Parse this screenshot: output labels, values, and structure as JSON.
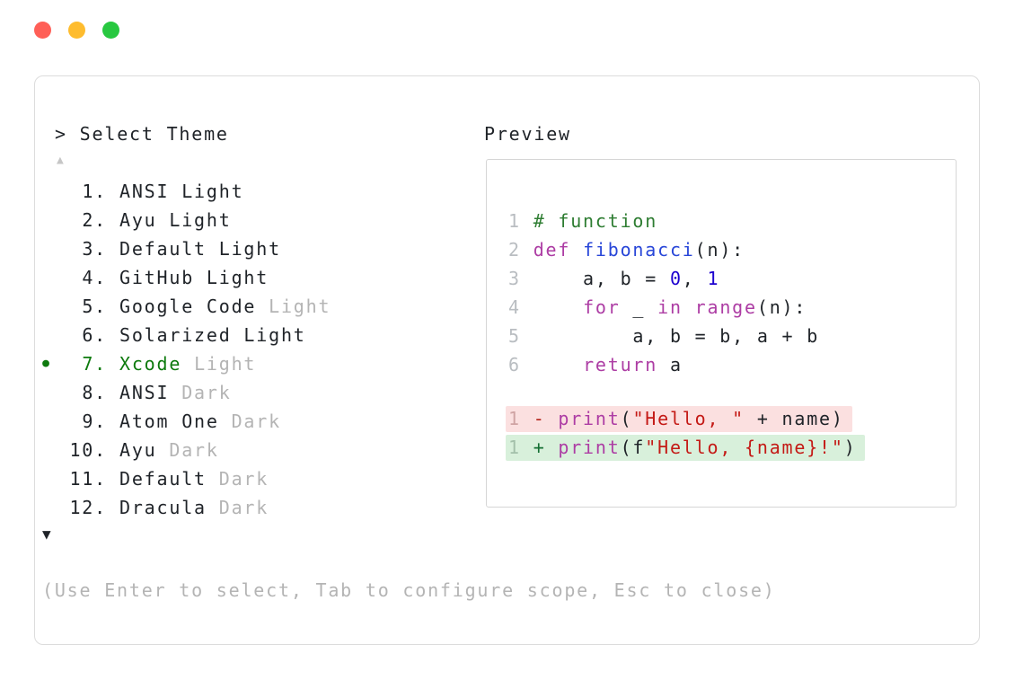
{
  "window": {
    "controls": [
      {
        "name": "close",
        "color": "#ff5f57"
      },
      {
        "name": "minimize",
        "color": "#febc2e"
      },
      {
        "name": "zoom",
        "color": "#28c840"
      }
    ]
  },
  "selector": {
    "prompt": "> Select Theme",
    "scroll_up": "▲",
    "scroll_down": "▼",
    "footer": "(Use Enter to select, Tab to configure scope, Esc to close)",
    "items": [
      {
        "number": "1.",
        "name": "ANSI",
        "variant": "Light",
        "dim": false,
        "selected": false
      },
      {
        "number": "2.",
        "name": "Ayu",
        "variant": "Light",
        "dim": false,
        "selected": false
      },
      {
        "number": "3.",
        "name": "Default",
        "variant": "Light",
        "dim": false,
        "selected": false
      },
      {
        "number": "4.",
        "name": "GitHub",
        "variant": "Light",
        "dim": false,
        "selected": false
      },
      {
        "number": "5.",
        "name": "Google Code",
        "variant": "Light",
        "dim": true,
        "selected": false
      },
      {
        "number": "6.",
        "name": "Solarized",
        "variant": "Light",
        "dim": false,
        "selected": false
      },
      {
        "number": "7.",
        "name": "Xcode",
        "variant": "Light",
        "dim": true,
        "selected": true
      },
      {
        "number": "8.",
        "name": "ANSI",
        "variant": "Dark",
        "dim": true,
        "selected": false
      },
      {
        "number": "9.",
        "name": "Atom One",
        "variant": "Dark",
        "dim": true,
        "selected": false
      },
      {
        "number": "10.",
        "name": "Ayu",
        "variant": "Dark",
        "dim": true,
        "selected": false
      },
      {
        "number": "11.",
        "name": "Default",
        "variant": "Dark",
        "dim": true,
        "selected": false
      },
      {
        "number": "12.",
        "name": "Dracula",
        "variant": "Dark",
        "dim": true,
        "selected": false
      }
    ]
  },
  "preview": {
    "title": "Preview",
    "code_lines": [
      {
        "lineno": "1",
        "tokens": [
          {
            "t": "# function",
            "c": "comment"
          }
        ]
      },
      {
        "lineno": "2",
        "tokens": [
          {
            "t": "def ",
            "c": "keyword"
          },
          {
            "t": "fibonacci",
            "c": "func"
          },
          {
            "t": "(n):",
            "c": "plain"
          }
        ]
      },
      {
        "lineno": "3",
        "tokens": [
          {
            "t": "    a, b = ",
            "c": "plain"
          },
          {
            "t": "0",
            "c": "number"
          },
          {
            "t": ", ",
            "c": "plain"
          },
          {
            "t": "1",
            "c": "number"
          }
        ]
      },
      {
        "lineno": "4",
        "tokens": [
          {
            "t": "    ",
            "c": "plain"
          },
          {
            "t": "for",
            "c": "keyword"
          },
          {
            "t": " _ ",
            "c": "plain"
          },
          {
            "t": "in",
            "c": "keyword"
          },
          {
            "t": " ",
            "c": "plain"
          },
          {
            "t": "range",
            "c": "keyword"
          },
          {
            "t": "(n):",
            "c": "plain"
          }
        ]
      },
      {
        "lineno": "5",
        "tokens": [
          {
            "t": "        a, b = b, a + b",
            "c": "plain"
          }
        ]
      },
      {
        "lineno": "6",
        "tokens": [
          {
            "t": "    ",
            "c": "plain"
          },
          {
            "t": "return",
            "c": "keyword"
          },
          {
            "t": " a",
            "c": "plain"
          }
        ]
      }
    ],
    "diff_lines": [
      {
        "lineno": "1",
        "sign": "-",
        "type": "removed",
        "tokens": [
          {
            "t": "print",
            "c": "keyword"
          },
          {
            "t": "(",
            "c": "plain"
          },
          {
            "t": "\"Hello, \"",
            "c": "string"
          },
          {
            "t": " + name)",
            "c": "plain"
          }
        ]
      },
      {
        "lineno": "1",
        "sign": "+",
        "type": "added",
        "tokens": [
          {
            "t": "print",
            "c": "keyword"
          },
          {
            "t": "(f",
            "c": "plain"
          },
          {
            "t": "\"Hello, {name}!\"",
            "c": "string"
          },
          {
            "t": ")",
            "c": "plain"
          }
        ]
      }
    ]
  },
  "colors": {
    "plain": "#1f2328",
    "dim": "#b4b4b4",
    "selected_green": "#0d7a0d",
    "comment": "#2e7d32",
    "keyword": "#ad3da4",
    "func": "#2846d8",
    "number": "#1c00cf",
    "string": "#c41a16",
    "lineno": "#b9bdc1",
    "removed_bg": "#fbe0e0",
    "added_bg": "#d8f0db",
    "removed_sign": "#b42318",
    "added_sign": "#156f33",
    "removed_lineno": "#cfa3a3",
    "added_lineno": "#a3c0aa"
  }
}
